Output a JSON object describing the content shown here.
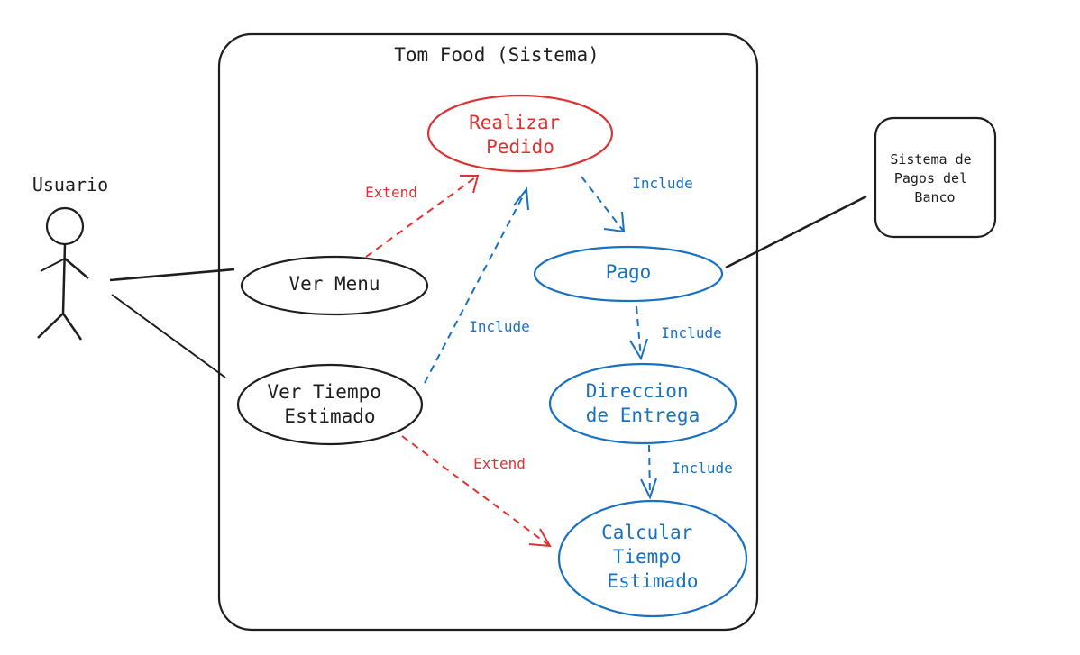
{
  "system": {
    "title": "Tom Food (Sistema)"
  },
  "actors": {
    "user": {
      "label": "Usuario"
    },
    "bank": {
      "lines": [
        "Sistema de",
        "Pagos del",
        "Banco"
      ]
    }
  },
  "use_cases": {
    "realizar_pedido": {
      "lines": [
        "Realizar",
        "Pedido"
      ],
      "color": "#e03131"
    },
    "ver_menu": {
      "lines": [
        "Ver Menu"
      ],
      "color": "#1e1e1e"
    },
    "ver_tiempo": {
      "lines": [
        "Ver Tiempo",
        "Estimado"
      ],
      "color": "#1e1e1e"
    },
    "pago": {
      "lines": [
        "Pago"
      ],
      "color": "#1971c2"
    },
    "direccion": {
      "lines": [
        "Direccion",
        "de Entrega"
      ],
      "color": "#1971c2"
    },
    "calcular": {
      "lines": [
        "Calcular",
        "Tiempo",
        "Estimado"
      ],
      "color": "#1971c2"
    }
  },
  "relations": {
    "extend_menu_pedido": "Extend",
    "include_tiempo_pedido": "Include",
    "include_pedido_pago": "Include",
    "include_pago_direccion": "Include",
    "include_direccion_calcular": "Include",
    "extend_tiempo_calcular": "Extend"
  },
  "colors": {
    "ink": "#1e1e1e",
    "extend": "#e03131",
    "include": "#1971c2"
  }
}
